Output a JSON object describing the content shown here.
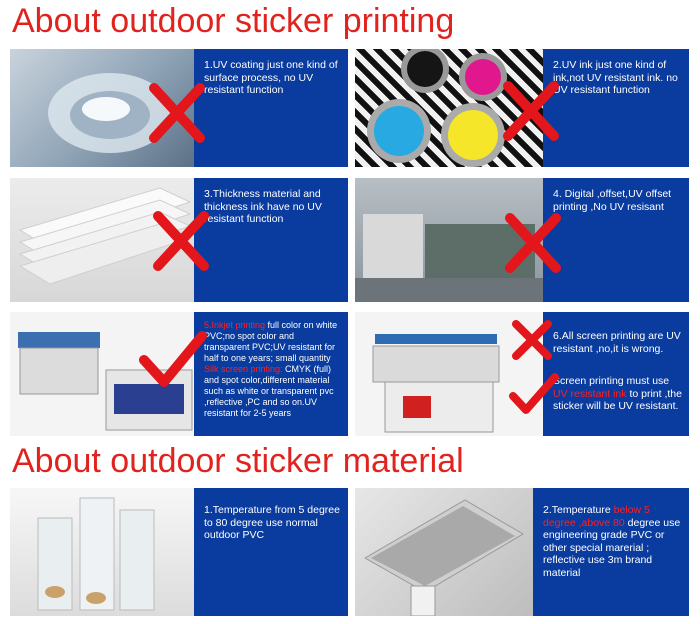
{
  "headings": {
    "printing": "About outdoor sticker printing",
    "material": "About outdoor sticker material"
  },
  "colors": {
    "heading_red": "#e0231e",
    "panel_blue": "#0a3b9e",
    "cross_red": "#e3161b",
    "check_red": "#e3161b"
  },
  "icons": {
    "cross": "cross-icon",
    "check": "check-icon"
  },
  "panels": {
    "p1": "1.UV coating just one kind of surface process, no UV resistant function",
    "p2": "2.UV ink just one kind of ink,not UV resistant ink. no UV resistant function",
    "p3": "3.Thickness material and thickness ink have no UV resistant function",
    "p4": "4. Digital ,offset,UV offset printing ,No UV resisant",
    "p5": {
      "a_red": "5.Inkjet printing ",
      "a_rest": "full color on white PVC;no spot color and transparent PVC;UV resistant for half to one years; small quantity",
      "b_red": "Silk screen printing: ",
      "b_rest": "CMYK (full) and spot color,different material such as white or transparent pvc ,reflective ,PC and so on.UV resistant for 2-5 years"
    },
    "p6": {
      "line1": "6.All screen printing are UV resistant ,no,it is wrong.",
      "line2_a": "Screen printing must use ",
      "line2_red": "UV resistant ink",
      "line2_b": " to print ,the sticker will be UV resistant."
    },
    "m1": "1.Temperature from 5 degree  to 80 degree use normal outdoor PVC",
    "m2": {
      "a": "2.Temperature ",
      "red": "below 5 degree ,above 80",
      "b": " degree use engineering grade PVC or other special marerial ; reflective use 3m brand material"
    }
  }
}
